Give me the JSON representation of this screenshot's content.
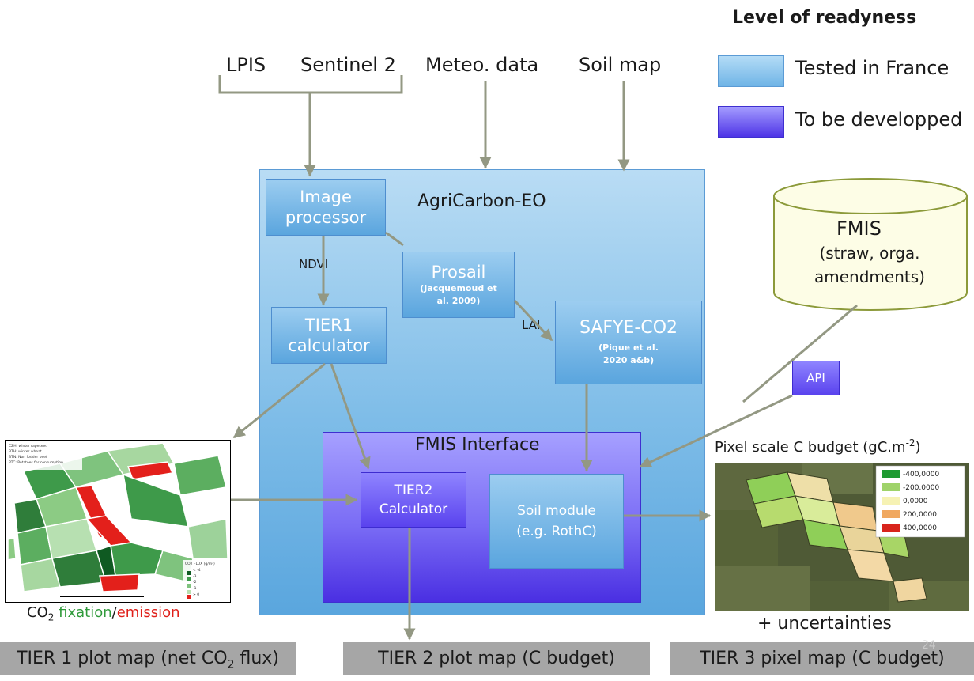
{
  "legend": {
    "title": "Level of readyness",
    "items": [
      {
        "label": "Tested in France",
        "color": "#8cc8ef"
      },
      {
        "label": "To be developped",
        "color": "#6a55f0"
      }
    ]
  },
  "inputs": {
    "lpis": "LPIS",
    "sentinel": "Sentinel 2",
    "meteo": "Meteo. data",
    "soil_map": "Soil map"
  },
  "platform": {
    "title": "AgriCarbon-EO",
    "image_processor": "Image processor",
    "ndvi": "NDVI",
    "tier1": "TIER1 calculator",
    "prosail": "Prosail",
    "prosail_ref": "(Jacquemoud et al. 2009)",
    "lai": "LAI",
    "safye": "SAFYE-CO2",
    "safye_ref": "(Pique et al. 2020 a&b)"
  },
  "fmis": {
    "title": "FMIS",
    "subtitle": "(straw, orga. amendments)",
    "api": "API",
    "interface_title": "FMIS Interface",
    "tier2": "TIER2 Calculator",
    "soil_module": "Soil module (e.g. RothC)"
  },
  "left_map": {
    "caption_pre": "CO",
    "caption_sub": "2",
    "caption_fix": " fixation",
    "caption_slash": "/",
    "caption_em": "emission",
    "fix_color": "#2f9a3a",
    "em_color": "#e0201a",
    "key_lines": [
      "CZH: winter rapeseed",
      "BTH: winter wheat",
      "BTN: Non fodder beet",
      "PTC: Potatoes for consumption"
    ],
    "flux_title": "CO2 FLUX (g/m²)",
    "flux_items": [
      "< -4",
      "-3",
      "-2",
      "-1",
      "> 0"
    ]
  },
  "right_map": {
    "title_pre": "Pixel scale C budget (gC.m",
    "title_sup": "-2",
    "title_post": ")",
    "legend": [
      {
        "label": "-400,0000",
        "color": "#1e9a32"
      },
      {
        "label": "-200,0000",
        "color": "#9fd36a"
      },
      {
        "label": "0,0000",
        "color": "#f6f2b4"
      },
      {
        "label": "200,0000",
        "color": "#f0a860"
      },
      {
        "label": "400,0000",
        "color": "#d8241c"
      }
    ],
    "uncertainties": "+ uncertainties"
  },
  "footer": {
    "tier1_pre": "TIER 1 plot map (net CO",
    "tier1_sub": "2",
    "tier1_post": " flux)",
    "tier2": "TIER 2 plot map (C budget)",
    "tier3": "TIER 3 pixel map (C budget)",
    "page_number": "24"
  }
}
